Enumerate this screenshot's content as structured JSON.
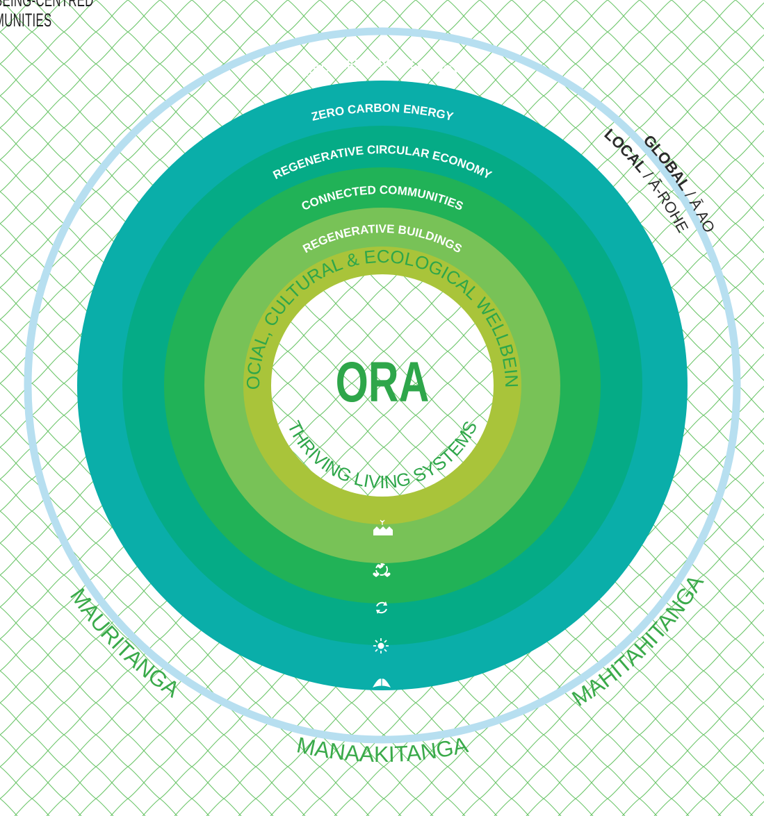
{
  "header": {
    "corner_title_line1": "BEING-CENTRED",
    "corner_title_line2": "MUNITIES"
  },
  "rings": [
    {
      "name": "regenerative-ecology",
      "label": "REGENERATIVE ECOLOGY",
      "color": "#0aaea9",
      "icon": "leaf-icon"
    },
    {
      "name": "zero-carbon-energy",
      "label": "ZERO CARBON ENERGY",
      "color": "#05ab86",
      "icon": "sun-icon"
    },
    {
      "name": "regenerative-circular-economy",
      "label": "REGENERATIVE CIRCULAR ECONOMY",
      "color": "#21b257",
      "icon": "recycle-icon"
    },
    {
      "name": "connected-communities",
      "label": "CONNECTED COMMUNITIES",
      "color": "#78c257",
      "icon": "hearts-icon"
    },
    {
      "name": "regenerative-buildings",
      "label": "REGENERATIVE BUILDINGS",
      "color": "#a9c43a",
      "icon": "houses-icon"
    }
  ],
  "outer_ring_color": "#b7dff0",
  "scale_labels": {
    "global_bold": "GLOBAL",
    "global_rest": " / Ā AO",
    "local_bold": "LOCAL",
    "local_rest": " / Ā-ROHE"
  },
  "center": {
    "title": "ORA",
    "top_arc": "SOCIAL, CULTURAL & ECOLOGICAL WELLBEING",
    "bottom_arc": "THRIVING LIVING SYSTEMS"
  },
  "values": [
    "MAURITANGA",
    "MANAAKITANGA",
    "MAHITAHITANGA"
  ],
  "colors": {
    "text_green": "#2ea64a",
    "dark_text": "#2b2b2b",
    "pattern": "#5cbf5c"
  }
}
